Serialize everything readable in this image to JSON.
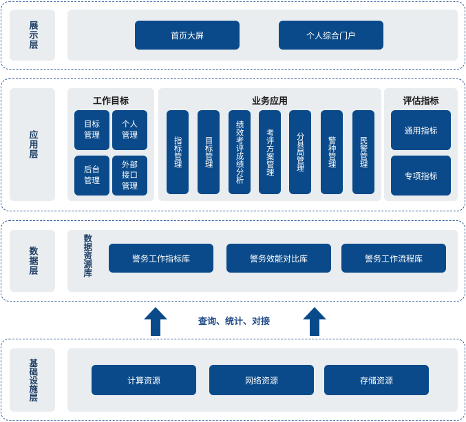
{
  "layers": {
    "presentation": {
      "label": "展示层",
      "items": [
        "首页大屏",
        "个人综合门户"
      ]
    },
    "application": {
      "label": "应用层",
      "work_goals": {
        "title": "工作目标",
        "items": [
          "目标\n管理",
          "个人\n管理",
          "后台\n管理",
          "外部\n接口\n管理"
        ]
      },
      "business_apps": {
        "title": "业务应用",
        "items": [
          "指标管理",
          "目标管理",
          "绩效考评成绩分析",
          "考评方案管理",
          "分县局管理",
          "警种管理",
          "民警管理"
        ]
      },
      "evaluation": {
        "title": "评估指标",
        "items": [
          "通用指标",
          "专项指标"
        ]
      }
    },
    "data": {
      "label": "数据层",
      "resource_label": "数据资源库",
      "items": [
        "警务工作指标库",
        "警务效能对比库",
        "警务工作流程库"
      ]
    },
    "infrastructure": {
      "label": "基础设施层",
      "items": [
        "计算资源",
        "网络资源",
        "存储资源"
      ]
    }
  },
  "connector": {
    "label": "查询、统计、对接"
  },
  "colors": {
    "button": "#0a4a8a",
    "panel": "#e9edf0",
    "border": "#2f5d97",
    "arrow": "#0a4a8a"
  }
}
